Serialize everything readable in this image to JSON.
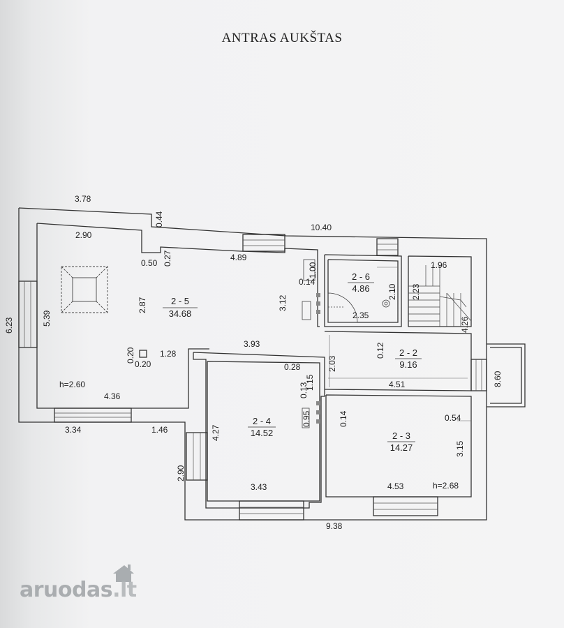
{
  "title": "ANTRAS AUKŠTAS",
  "rooms": [
    {
      "id": "2 - 5",
      "area": "34.68"
    },
    {
      "id": "2 - 6",
      "area": "4.86"
    },
    {
      "id": "2 - 2",
      "area": "9.16"
    },
    {
      "id": "2 - 4",
      "area": "14.52"
    },
    {
      "id": "2 - 3",
      "area": "14.27"
    }
  ],
  "heights": {
    "left": "h=2.60",
    "right": "h=2.68"
  },
  "dimensions": {
    "top_left_width": "3.78",
    "top_left_step": "0.44",
    "room25_top": "2.90",
    "room25_notch_w": "0.50",
    "room25_notch_h": "0.27",
    "room25_wall": "4.89",
    "top_total": "10.40",
    "overall_height": "6.23",
    "room25_height": "5.39",
    "room25_inner_h": "2.87",
    "room25_right_h": "3.12",
    "room26_w": "1.00",
    "room26_small": "0.14",
    "room26_h": "2.10",
    "room26_bottom": "2.35",
    "stair_w": "1.96",
    "stair_h": "2.23",
    "stair_right_h": "4.26",
    "room22_gap": "0.12",
    "room22_h": "2.03",
    "room22_w": "4.51",
    "room22_small": "0.28",
    "room22_wall": "3.93",
    "column": "0.20",
    "column_w": "0.20",
    "column_dist": "1.28",
    "room25_bottom": "4.36",
    "window_bottom": "3.34",
    "step_bottom": "1.46",
    "partition_a": "1.15",
    "partition_b": "0.13",
    "partition_c": "0.95",
    "partition_d": "0.14",
    "room24_h": "4.27",
    "room24_w": "3.43",
    "room24_left": "2.90",
    "room23_w": "4.53",
    "room23_h": "3.15",
    "room23_wall": "0.54",
    "bottom_total": "9.38",
    "balcony": "8.60"
  },
  "watermark": {
    "text": "aruodas",
    "ext": ".lt"
  }
}
